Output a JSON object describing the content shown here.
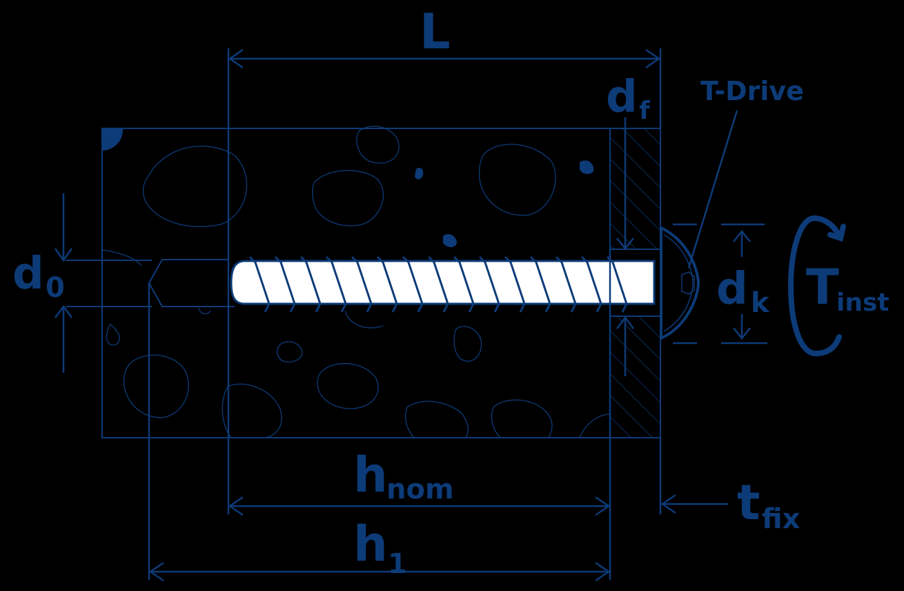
{
  "colors": {
    "background": "#000000",
    "line": "#0d3b78",
    "screw_fill": "#ffffff"
  },
  "labels": {
    "length": "L",
    "fixture_hole_main": "d",
    "fixture_hole_sub": "f",
    "drive_type": "T-Drive",
    "drill_diameter_main": "d",
    "drill_diameter_sub": "0",
    "head_diameter_main": "d",
    "head_diameter_sub": "k",
    "torque_main": "T",
    "torque_sub": "inst",
    "embedment_main": "h",
    "embedment_sub": "nom",
    "hole_depth_main": "h",
    "hole_depth_sub": "1",
    "fixture_thickness_main": "t",
    "fixture_thickness_sub": "fix"
  }
}
